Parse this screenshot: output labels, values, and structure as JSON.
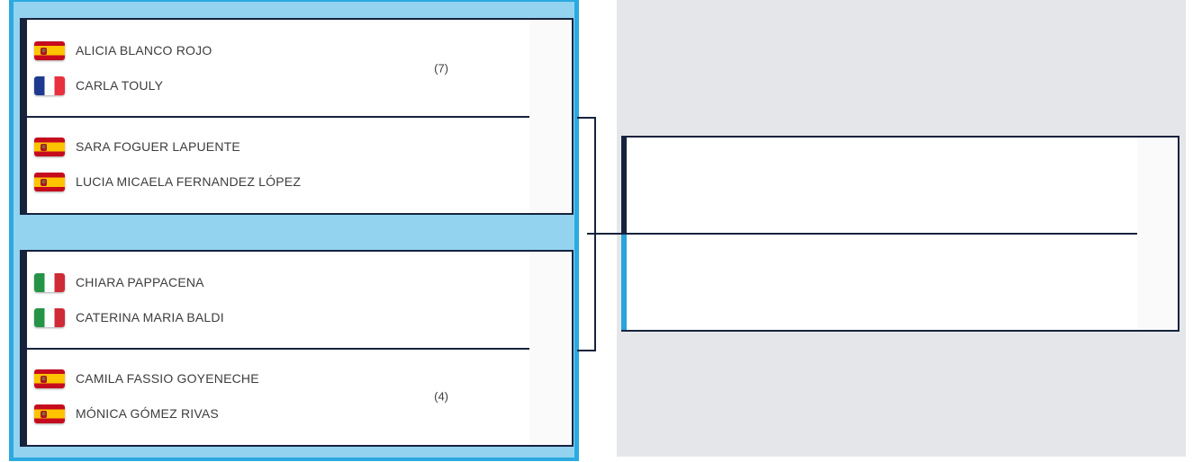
{
  "app": {
    "view": "tournament-draw-bracket",
    "rounds_visible": 2
  },
  "colors": {
    "highlight_panel_bg": "#93d3f0",
    "highlight_panel_border": "#2baae1",
    "box_border_navy": "#17223d",
    "right_backdrop_gray": "#e5e6e9",
    "score_column_bg": "#fafafa",
    "player_text": "#3d3d3d",
    "next_slot_top_accent": "#17223d",
    "next_slot_bottom_accent": "#29a4dc"
  },
  "bracket": {
    "round1_matches": [
      {
        "teams": [
          {
            "seed": "(7)",
            "players": [
              {
                "name": "ALICIA BLANCO ROJO",
                "country": "es",
                "flag": "spain-flag-icon"
              },
              {
                "name": "CARLA TOULY",
                "country": "fr",
                "flag": "france-flag-icon"
              }
            ]
          },
          {
            "seed": "",
            "players": [
              {
                "name": "SARA FOGUER LAPUENTE",
                "country": "es",
                "flag": "spain-flag-icon"
              },
              {
                "name": "LUCIA MICAELA FERNANDEZ LÓPEZ",
                "country": "es",
                "flag": "spain-flag-icon"
              }
            ]
          }
        ]
      },
      {
        "teams": [
          {
            "seed": "",
            "players": [
              {
                "name": "CHIARA PAPPACENA",
                "country": "it",
                "flag": "italy-flag-icon"
              },
              {
                "name": "CATERINA MARIA BALDI",
                "country": "it",
                "flag": "italy-flag-icon"
              }
            ]
          },
          {
            "seed": "(4)",
            "players": [
              {
                "name": "CAMILA FASSIO GOYENECHE",
                "country": "es",
                "flag": "spain-flag-icon"
              },
              {
                "name": "MÓNICA GÓMEZ RIVAS",
                "country": "es",
                "flag": "spain-flag-icon"
              }
            ]
          }
        ]
      }
    ],
    "round2_matches": [
      {
        "teams": [
          {
            "seed": "",
            "players": []
          },
          {
            "seed": "",
            "players": []
          }
        ]
      }
    ]
  }
}
